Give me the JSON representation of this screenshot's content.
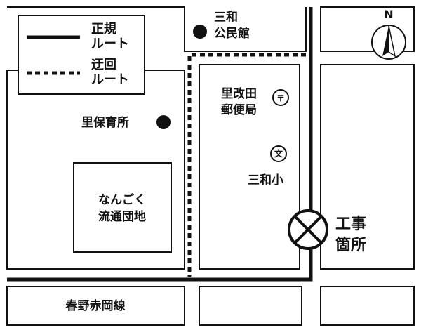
{
  "legend": {
    "regular_route": [
      "正規",
      "ルート"
    ],
    "detour_route": [
      "迂回",
      "ルート"
    ]
  },
  "places": {
    "sanwa_community_hall": [
      "三和",
      "公民館"
    ],
    "sato_nursery": "里保育所",
    "satokaida_post_office": [
      "里改田",
      "郵便局"
    ],
    "post_office_symbol": "〒",
    "school_symbol": "文",
    "sanwa_elementary": "三和小",
    "nangoku_distribution": [
      "なんごく",
      "流通団地"
    ],
    "construction_site": [
      "工事",
      "箇所"
    ],
    "road_name": "春野赤岡線"
  },
  "compass": {
    "label": "N"
  },
  "colors": {
    "ink": "#111111",
    "background": "#ffffff"
  }
}
